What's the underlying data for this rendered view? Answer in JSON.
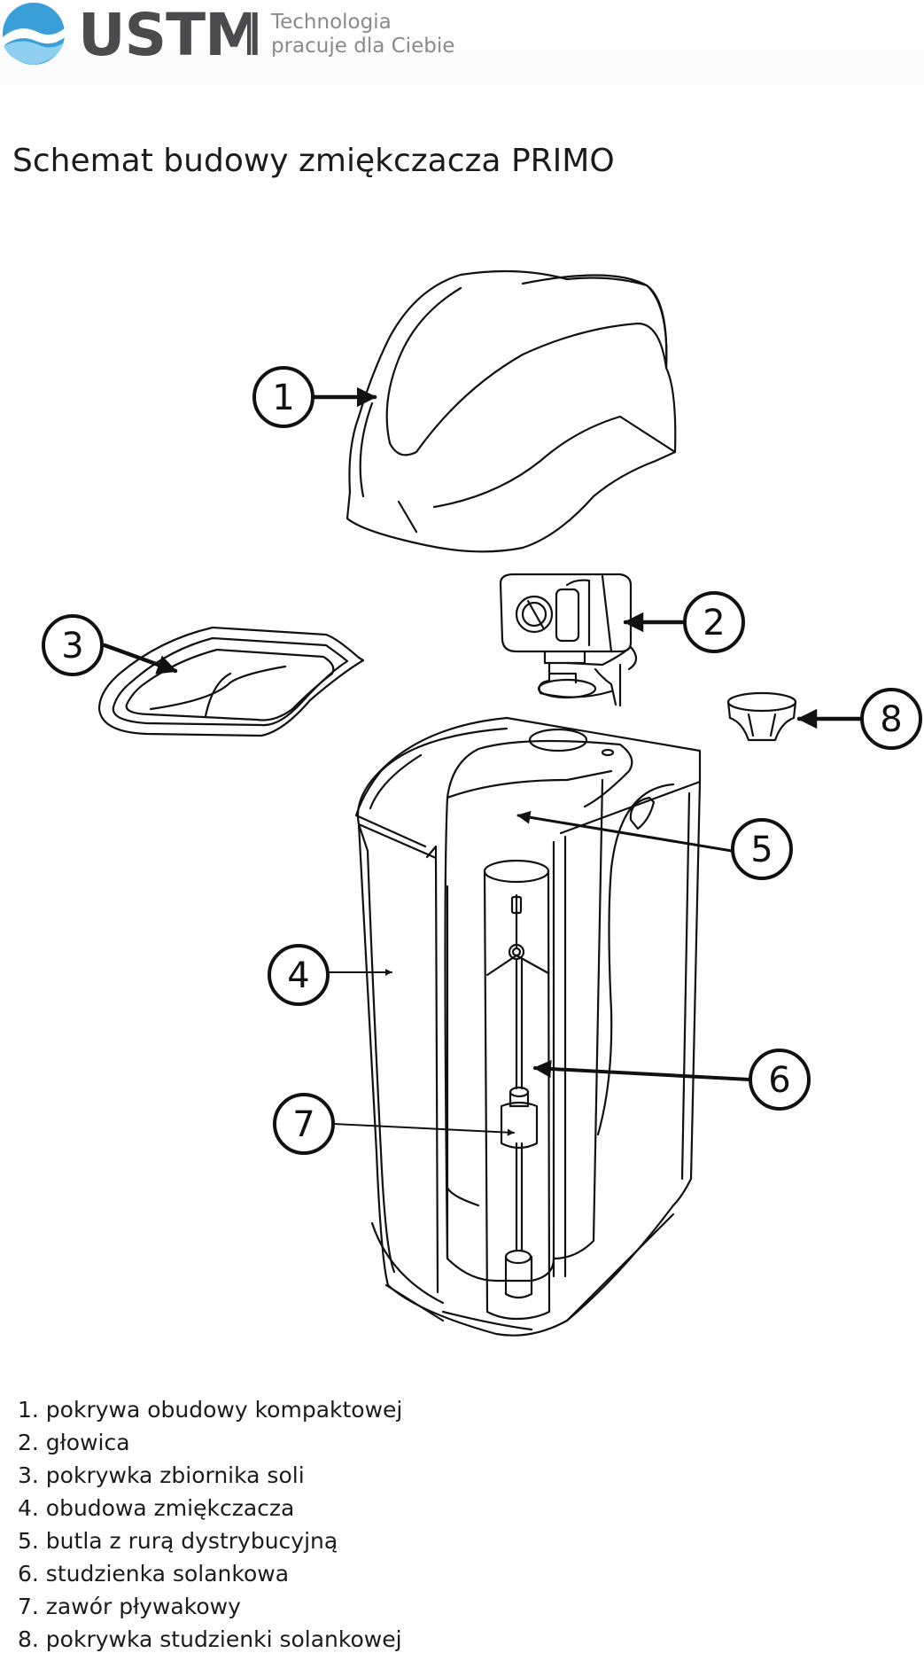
{
  "brand": {
    "name": "USTM",
    "tagline_line1": "Technologia",
    "tagline_line2": "pracuje dla Ciebie",
    "colors": {
      "logo_blue": "#3a9fd8",
      "logo_light": "#8fd0f0",
      "name_gray": "#4b4a4c",
      "tagline_gray": "#8a8a8a"
    }
  },
  "title": "Schemat budowy zmiękczacza PRIMO",
  "callouts": [
    "1",
    "2",
    "3",
    "4",
    "5",
    "6",
    "7",
    "8"
  ],
  "legend": [
    "1. pokrywa obudowy kompaktowej",
    "2. głowica",
    "3. pokrywka zbiornika soli",
    "4. obudowa zmiękczacza",
    "5. butla z rurą dystrybucyjną",
    "6. studzienka solankowa",
    "7. zawór pływakowy",
    "8. pokrywka studzienki solankowej"
  ]
}
